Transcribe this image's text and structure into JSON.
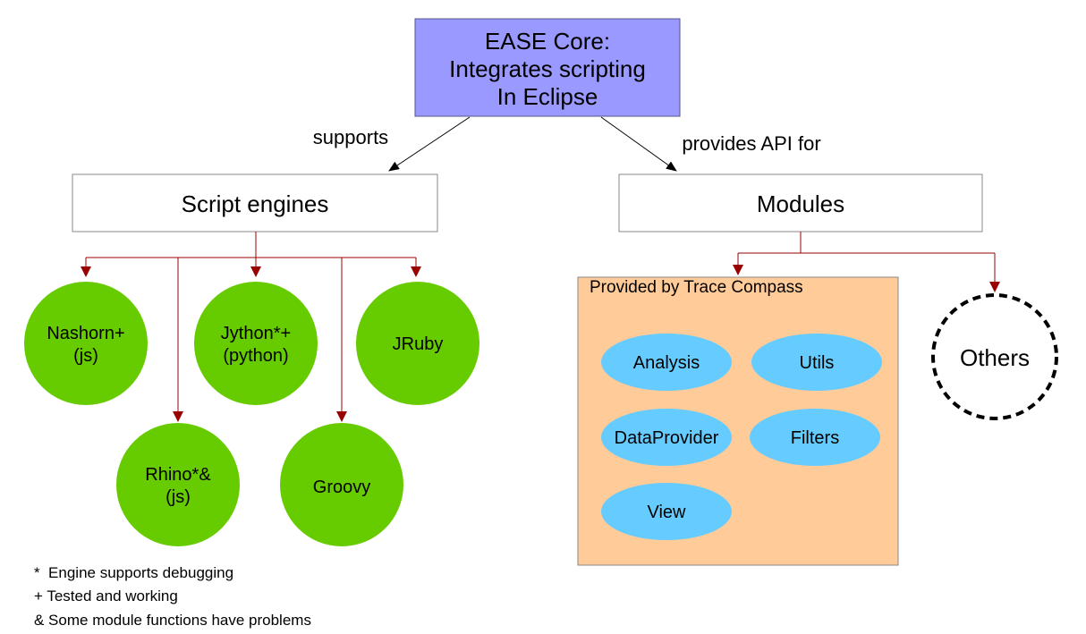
{
  "core": {
    "lines": [
      "EASE Core:",
      "Integrates scripting",
      "In Eclipse"
    ]
  },
  "relations": {
    "supports": "supports",
    "provides": "provides API for"
  },
  "script_engines": {
    "title": "Script engines",
    "engines": [
      {
        "lines": [
          "Nashorn+",
          "(js)"
        ]
      },
      {
        "lines": [
          "Jython*+",
          "(python)"
        ]
      },
      {
        "lines": [
          "JRuby"
        ]
      },
      {
        "lines": [
          "Rhino*&",
          "(js)"
        ]
      },
      {
        "lines": [
          "Groovy"
        ]
      }
    ]
  },
  "modules": {
    "title": "Modules",
    "trace_compass": {
      "title": "Provided by Trace Compass",
      "items": [
        "Analysis",
        "Utils",
        "DataProvider",
        "Filters",
        "View"
      ]
    },
    "others": "Others"
  },
  "legend": [
    "*  Engine supports debugging",
    "+ Tested and working",
    "& Some module functions have problems"
  ],
  "colors": {
    "core_fill": "#9999ff",
    "engine_fill": "#66cc00",
    "container_fill": "#ffcc99",
    "module_fill": "#66ccff",
    "connector": "#990000"
  }
}
